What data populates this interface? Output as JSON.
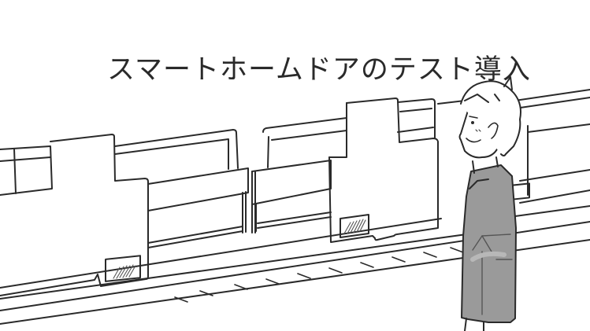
{
  "illustration": {
    "title": "スマートホームドアのテスト導入",
    "style": "grayscale manga sketch",
    "colors": {
      "ink": "#2a2a2a",
      "background": "#ffffff",
      "jacket": "#9a9a9a",
      "jacket_light": "#b8b8b8",
      "hatch": "#555555"
    },
    "subjects": [
      {
        "name": "platform-door-left",
        "kind": "smart platform door"
      },
      {
        "name": "platform-door-right",
        "kind": "smart platform door"
      },
      {
        "name": "man",
        "kind": "man in gray jacket, smiling, facing left"
      }
    ]
  }
}
